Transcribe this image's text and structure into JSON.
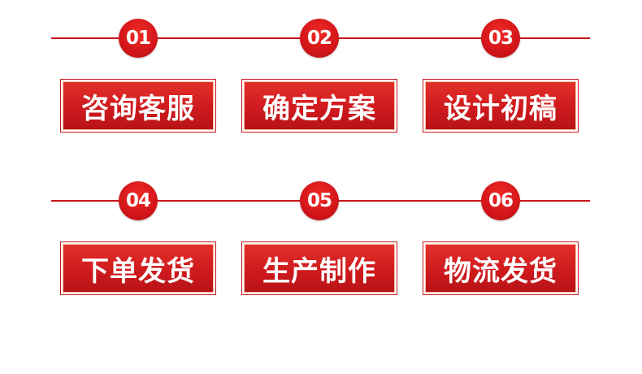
{
  "colors": {
    "accent": "#c8161d",
    "card_top": "#e4302a",
    "card_bottom": "#b71317",
    "card_inner_border": "#f3c4a0"
  },
  "rows": [
    {
      "steps": [
        {
          "number": "01",
          "label": "咨询客服"
        },
        {
          "number": "02",
          "label": "确定方案"
        },
        {
          "number": "03",
          "label": "设计初稿"
        }
      ]
    },
    {
      "steps": [
        {
          "number": "04",
          "label": "下单发货"
        },
        {
          "number": "05",
          "label": "生产制作"
        },
        {
          "number": "06",
          "label": "物流发货"
        }
      ]
    }
  ]
}
